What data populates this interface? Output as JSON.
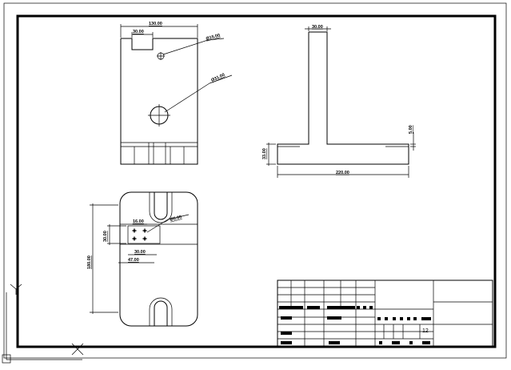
{
  "drawing": {
    "front_view": {
      "width_dim": "130.00",
      "slot_dim": "30.00",
      "hole_small_dim": "Ø15.00",
      "hole_large_dim": "Ø31.00"
    },
    "side_view": {
      "top_dim": "30.00",
      "height_dim": "33.00",
      "length_dim": "220.00",
      "step_dim": "5.00"
    },
    "top_view": {
      "height_dim": "180.00",
      "inner_dim": "30.00",
      "spacing_dim": "16.00",
      "hole_dim": "Ø5.00",
      "pattern_dim": "30.00",
      "offset_dim": "47.00"
    },
    "title_block": {
      "scale_label": "12"
    },
    "axes": {
      "y_label": "Y",
      "x_label": "X"
    }
  }
}
